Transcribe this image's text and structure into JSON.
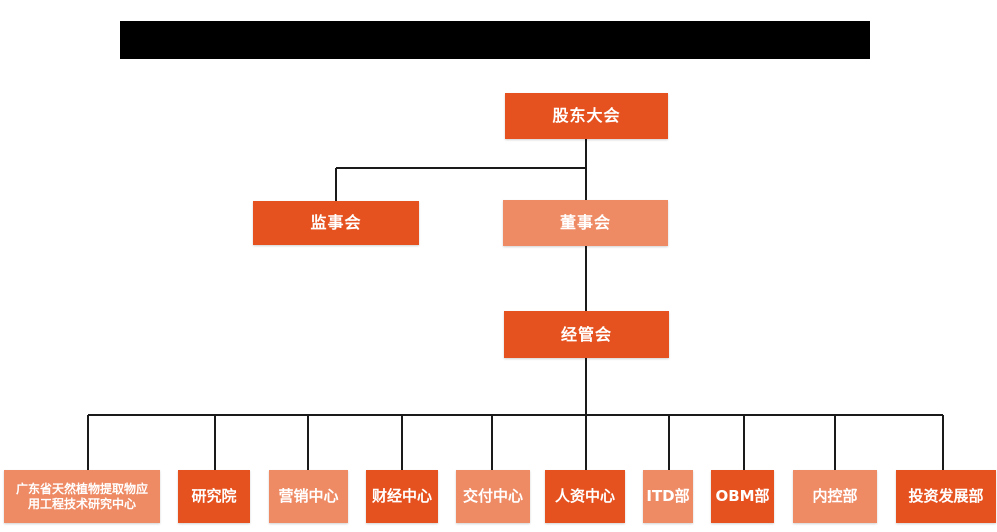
{
  "org_chart": {
    "root": {
      "label": "股东大会"
    },
    "level2": [
      {
        "label": "监事会",
        "variant": "dark"
      },
      {
        "label": "董事会",
        "variant": "light"
      }
    ],
    "level3": {
      "label": "经管会",
      "variant": "dark"
    },
    "departments": [
      {
        "label": "广东省天然植物提取物应用工程技术研究中心",
        "variant": "light"
      },
      {
        "label": "研究院",
        "variant": "dark"
      },
      {
        "label": "营销中心",
        "variant": "light"
      },
      {
        "label": "财经中心",
        "variant": "dark"
      },
      {
        "label": "交付中心",
        "variant": "light"
      },
      {
        "label": "人资中心",
        "variant": "dark"
      },
      {
        "label": "ITD部",
        "variant": "light"
      },
      {
        "label": "OBM部",
        "variant": "dark"
      },
      {
        "label": "内控部",
        "variant": "light"
      },
      {
        "label": "投资发展部",
        "variant": "dark"
      }
    ]
  },
  "colors": {
    "primary_orange": "#E5521F",
    "secondary_orange": "#EE8A64",
    "connector_line": "#1A1A1A",
    "redacted_title_bar": "#000000",
    "text": "#FFFFFF"
  }
}
